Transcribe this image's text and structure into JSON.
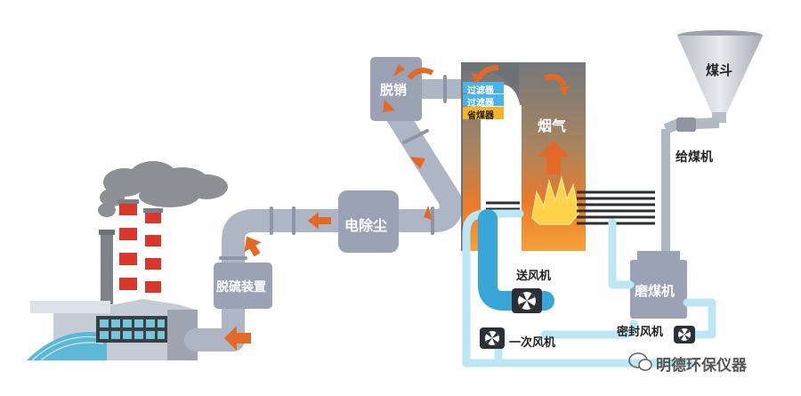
{
  "labels": {
    "desulfurization": "脱硫装置",
    "esp": "电除尘",
    "denitration": "脱销",
    "filter1": "过滤器",
    "filter2": "过滤器",
    "economizer": "省煤器",
    "flue_gas": "烟气",
    "coal_hopper": "煤斗",
    "coal_feeder": "给煤机",
    "coal_mill": "磨煤机",
    "fd_fan": "送风机",
    "primary_fan": "一次风机",
    "seal_fan": "密封风机"
  },
  "watermark": "明德环保仪器",
  "colors": {
    "pipe": "#aeb6c5",
    "pipe_dark": "#8d96a8",
    "unit": "#9aa2b3",
    "arrow": "#e36a26",
    "air_pipe": "#8fd3ee",
    "air_pipe_dark": "#3aa6d8",
    "furnace_top": "#7a7d82",
    "furnace_bottom": "#f0892c",
    "chimney_red": "#d8372b"
  },
  "icons": [
    "fan-icon",
    "flame-icon",
    "wechat-icon"
  ]
}
